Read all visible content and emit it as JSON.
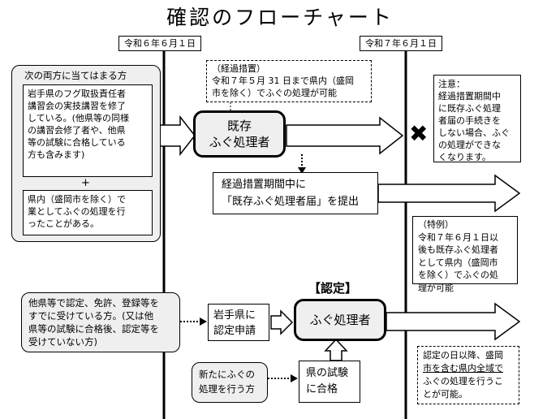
{
  "title": "確認のフローチャート",
  "dates": {
    "start": "令和６年６月１日",
    "end": "令和７年６月１日"
  },
  "transition": {
    "heading": "（経過措置）",
    "line1": "令和７年５月 31 日まで県内（盛岡",
    "line2": "市を除く）でふぐの処理が可能"
  },
  "conditions": {
    "heading": "次の両方に当てはまる方",
    "item1": [
      "岩手県のフグ取扱責任者",
      "講習会の実技講習を修了",
      "している。(他県等の同様",
      "の講習会修了者や、他県",
      "等の試験に合格している",
      "方も含みます)"
    ],
    "plus": "+",
    "item2": [
      "県内（盛岡市を除く）で",
      "業としてふぐの処理を行",
      "ったことがある。"
    ]
  },
  "existing": {
    "line1": "既存",
    "line2": "ふぐ処理者"
  },
  "note": {
    "heading": "注意：",
    "lines": [
      "経過措置期間中",
      "に既存ふぐ処理",
      "者届の手続きを",
      "しない場合、ふぐ",
      "の処理ができな",
      "くなります。"
    ]
  },
  "cross": "✖",
  "notify": {
    "line1": "経過措置期間中に",
    "line2": "「既存ふぐ処理者届」を提出"
  },
  "exception": {
    "heading": "（特例）",
    "lines": [
      "令和７年６月１日以",
      "後も既存ふぐ処理者",
      "として県内（盛岡市",
      "を除く）でふぐの処",
      "理が可能"
    ]
  },
  "certify_label": "【認定】",
  "other_pref": {
    "lines": [
      "他県等で認定、免許、登録等を",
      "すでに受けている方。(又は他",
      "県等の試験に合格後、認定等を",
      "受けていない方)"
    ]
  },
  "apply": {
    "line1": "岩手県に",
    "line2": "認定申請"
  },
  "certified": "ふぐ処理者",
  "new_person": {
    "line1": "新たにふぐの",
    "line2": "処理を行う方"
  },
  "exam": {
    "line1": "県の試験",
    "line2": "に合格"
  },
  "after_cert": {
    "lines": [
      "認定の日以降、盛岡",
      "市を含む県内全域で",
      "ふぐの処理を行うこ",
      "とが可能。"
    ]
  }
}
